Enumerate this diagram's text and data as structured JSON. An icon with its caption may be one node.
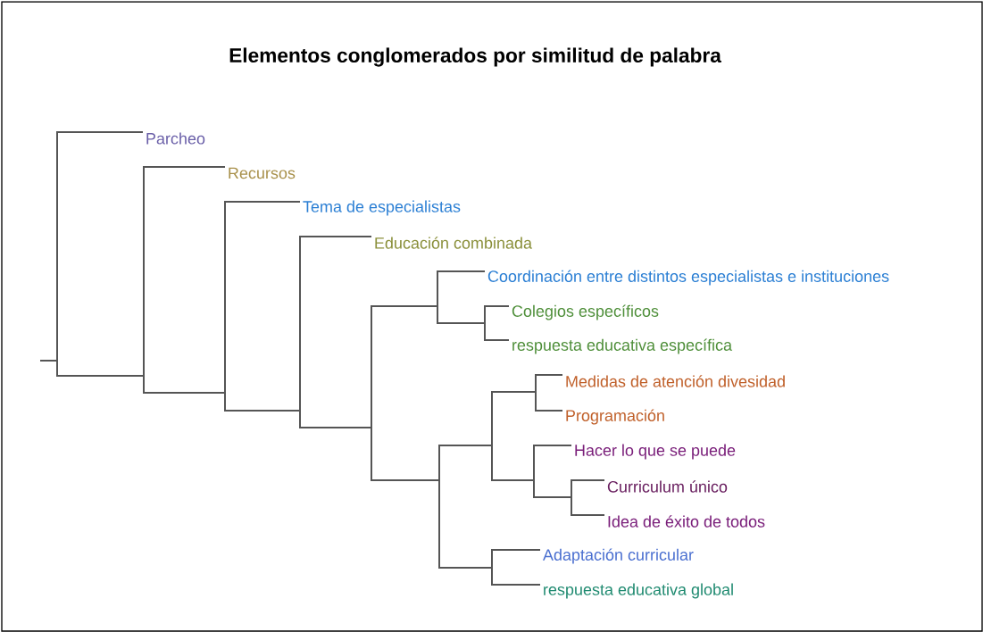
{
  "diagram": {
    "title": "Elementos conglomerados por similitud de palabra",
    "nodes": [
      {
        "text": [
          "Parcheo"
        ]
      },
      {
        "text": [
          "Recursos"
        ]
      },
      {
        "text": [
          "Tema de especialistas"
        ]
      },
      {
        "text": [
          "Educación combinada"
        ]
      },
      {
        "text": [
          "Coordinación entre distintos especialistas e instituciones"
        ]
      },
      {
        "text": [
          "Colegios específicos"
        ]
      },
      {
        "text": [
          "respuesta educativa específica"
        ]
      },
      {
        "text": [
          "Medidas de atención divesidad"
        ]
      },
      {
        "text": [
          "Programación"
        ]
      },
      {
        "text": [
          "Hacer lo que se puede"
        ]
      },
      {
        "text": [
          "Curriculum único"
        ]
      },
      {
        "text": [
          "Idea de éxito de todos"
        ]
      },
      {
        "text": [
          "Adaptación curricular"
        ]
      },
      {
        "text": [
          "respuesta educativa global"
        ]
      },
      {
        "text": [],
        "shape": "bar"
      },
      {
        "text": [],
        "shape": "bar"
      },
      {
        "text": [],
        "shape": "bar"
      },
      {
        "text": [],
        "shape": "bar"
      },
      {
        "text": [],
        "shape": "bar"
      },
      {
        "text": [],
        "shape": "bar"
      },
      {
        "text": [],
        "shape": "bar"
      },
      {
        "text": [],
        "shape": "bar"
      },
      {
        "text": [],
        "shape": "bar"
      },
      {
        "text": [],
        "shape": "bar"
      },
      {
        "text": [],
        "shape": "bar"
      },
      {
        "text": [],
        "shape": "bar"
      },
      {
        "text": [],
        "shape": "bar"
      }
    ],
    "edges": [
      {
        "from": null,
        "to": 14,
        "arrow": "none"
      },
      {
        "from": 14,
        "to": 0,
        "arrow": "none"
      },
      {
        "from": 14,
        "to": 15,
        "arrow": "none"
      },
      {
        "from": 15,
        "to": 1,
        "arrow": "none"
      },
      {
        "from": 15,
        "to": 16,
        "arrow": "none"
      },
      {
        "from": 16,
        "to": 2,
        "arrow": "none"
      },
      {
        "from": 16,
        "to": 17,
        "arrow": "none"
      },
      {
        "from": 17,
        "to": 3,
        "arrow": "none"
      },
      {
        "from": 17,
        "to": 18,
        "arrow": "none"
      },
      {
        "from": 18,
        "to": 19,
        "arrow": "none"
      },
      {
        "from": 18,
        "to": 20,
        "arrow": "none"
      },
      {
        "from": 19,
        "to": 4,
        "arrow": "none"
      },
      {
        "from": 19,
        "to": 21,
        "arrow": "none"
      },
      {
        "from": 21,
        "to": 5,
        "arrow": "none"
      },
      {
        "from": 21,
        "to": 6,
        "arrow": "none"
      },
      {
        "from": 20,
        "to": 22,
        "arrow": "none"
      },
      {
        "from": 20,
        "to": 23,
        "arrow": "none"
      },
      {
        "from": 22,
        "to": 25,
        "arrow": "none"
      },
      {
        "from": 22,
        "to": 24,
        "arrow": "none"
      },
      {
        "from": 25,
        "to": 7,
        "arrow": "none"
      },
      {
        "from": 25,
        "to": 8,
        "arrow": "none"
      },
      {
        "from": 24,
        "to": 9,
        "arrow": "none"
      },
      {
        "from": 24,
        "to": 26,
        "arrow": "none"
      },
      {
        "from": 26,
        "to": 10,
        "arrow": "none"
      },
      {
        "from": 26,
        "to": 11,
        "arrow": "none"
      },
      {
        "from": 23,
        "to": 12,
        "arrow": "none"
      },
      {
        "from": 23,
        "to": 13,
        "arrow": "none"
      }
    ]
  }
}
